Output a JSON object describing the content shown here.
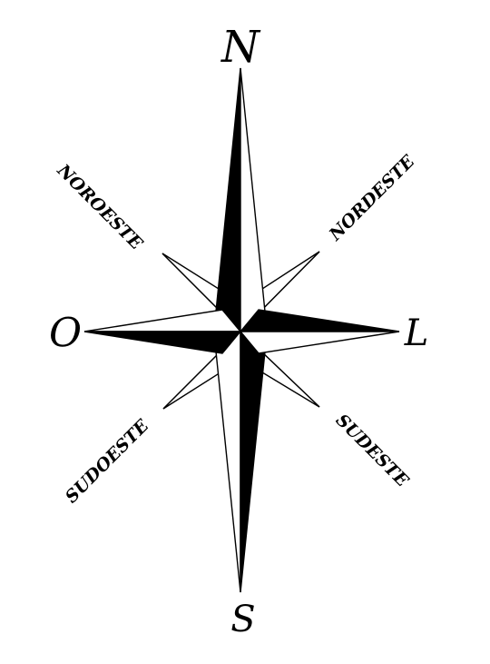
{
  "labels": {
    "north": "N",
    "south": "S",
    "east": "L",
    "west": "O",
    "northeast": "NORDESTE",
    "northwest": "NOROESTE",
    "southeast": "SUDESTE",
    "southwest": "SUDOESTE"
  },
  "colors": {
    "ink": "#000000",
    "paper": "#ffffff"
  }
}
